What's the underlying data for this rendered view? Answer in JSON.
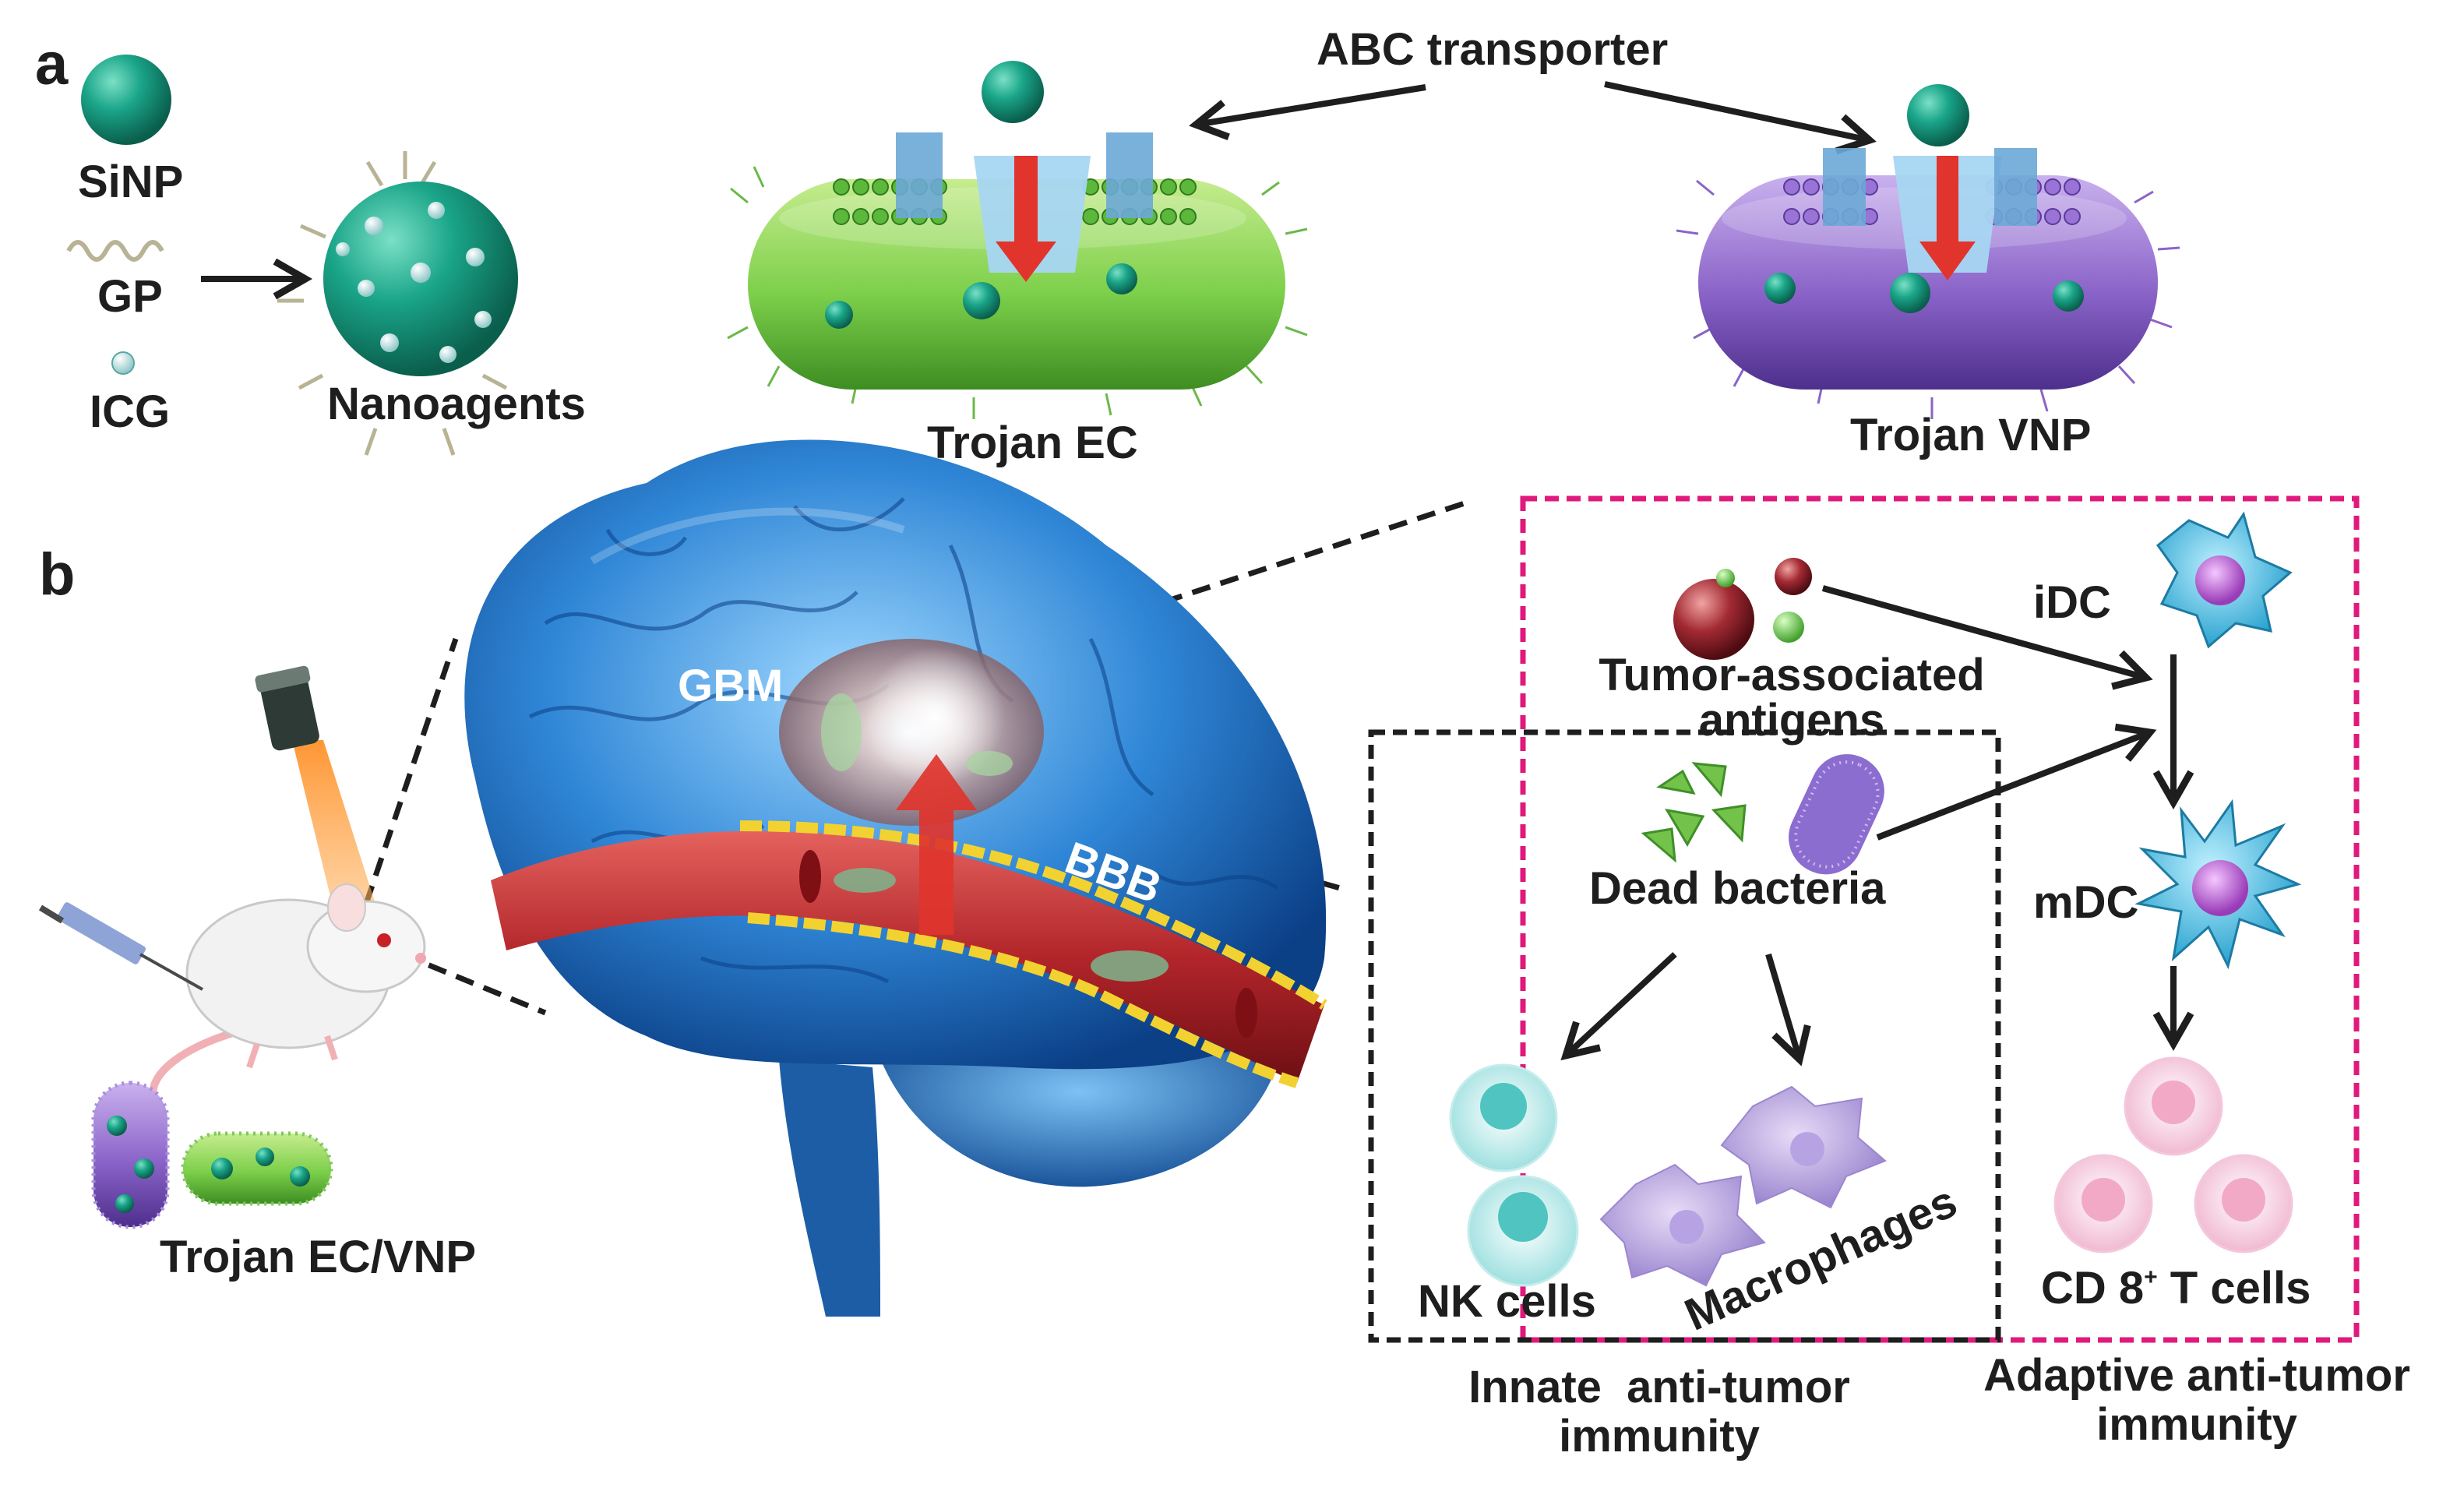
{
  "panel_a": {
    "letter": "a",
    "legend": {
      "sinp": "SiNP",
      "gp": "GP",
      "icg": "ICG"
    },
    "nanoagents": "Nanoagents",
    "abc_transporter": "ABC transporter",
    "trojan_ec": "Trojan EC",
    "trojan_vnp": "Trojan VNP"
  },
  "panel_b": {
    "letter": "b",
    "gbm": "GBM",
    "bbb": "BBB",
    "trojan_ec_vnp": "Trojan EC/VNP",
    "tumor_antigens_line1": "Tumor-associated",
    "tumor_antigens_line2": "antigens",
    "dead_bacteria": "Dead bacteria",
    "idc": "iDC",
    "mdc": "mDC",
    "nk_cells": "NK cells",
    "macrophages": "Macrophages",
    "cd8_prefix": "CD 8",
    "cd8_sup": "+",
    "cd8_suffix": " T cells",
    "innate_line1": "Innate  anti-tumor",
    "innate_line2": "immunity",
    "adaptive_line1": "Adaptive anti-tumor",
    "adaptive_line2": "immunity"
  },
  "colors": {
    "sinp": "#1aa589",
    "ec_green": "#7ccf4a",
    "vnp_purple": "#8a63c8",
    "brain_blue": "#2f86d6",
    "vessel_red": "#b2252a",
    "pink_box": "#e0197d",
    "dashed_black": "#1e1e1e",
    "arrow_red": "#e0342c"
  }
}
